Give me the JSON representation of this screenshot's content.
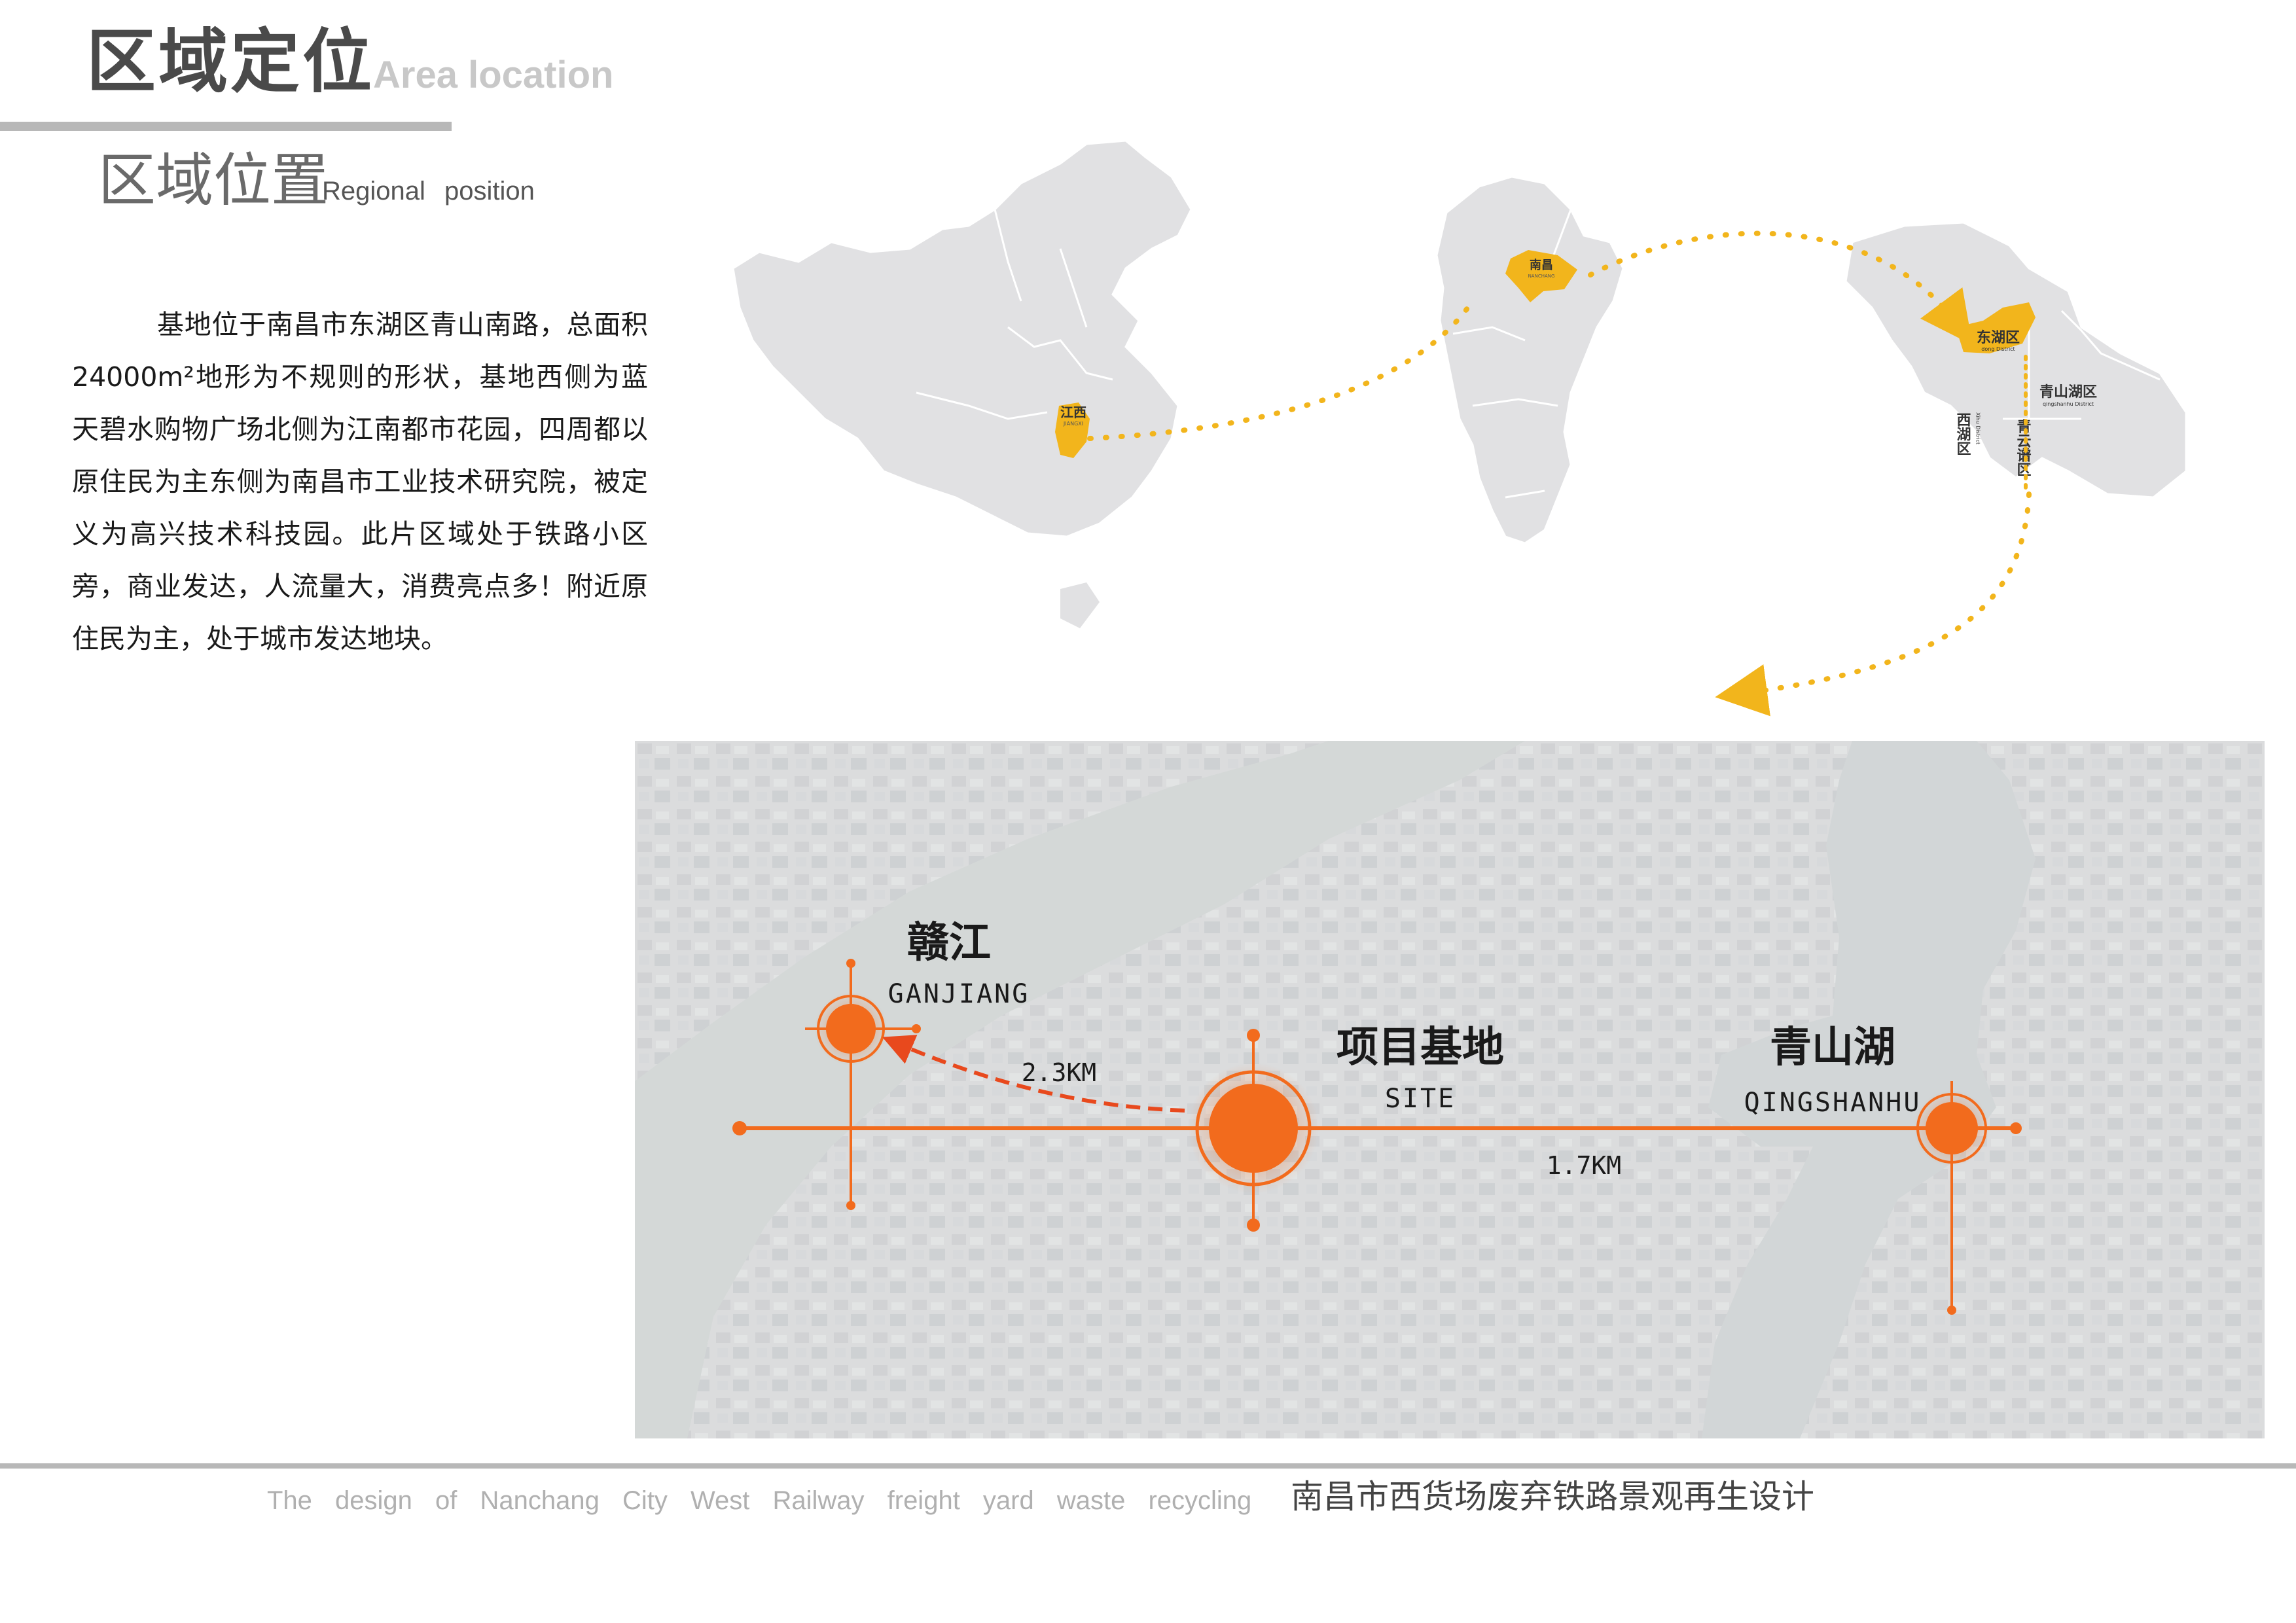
{
  "header": {
    "title_cn": "区域定位",
    "title_en": "Area location",
    "subtitle_cn": "区域位置",
    "subtitle_en": "Regional position"
  },
  "description": "基地位于南昌市东湖区青山南路，总面积24000m²地形为不规则的形状，基地西侧为蓝天碧水购物广场北侧为江南都市花园，四周都以原住民为主东侧为南昌市工业技术研究院，被定义为高兴技术科技园。此片区域处于铁路小区旁，商业发达，人流量大，消费亮点多！附近原住民为主，处于城市发达地块。",
  "top_maps": {
    "china_label": "江西",
    "china_label_small": "JIANGXI",
    "jiangxi_label": "南昌",
    "jiangxi_label_small": "NANCHANG",
    "city_labels": {
      "donghu": "东湖区",
      "donghu_small": "dong District",
      "qingshanhu": "青山湖区",
      "qingshanhu_small": "qingshanhu District",
      "xihu": "西湖区",
      "xihu_small": "Xihu District",
      "qingyunpu": "青云谱区"
    }
  },
  "aerial_map": {
    "ganjiang_cn": "赣江",
    "ganjiang_en": "GANJIANG",
    "site_cn": "项目基地",
    "site_en": "SITE",
    "qingshanhu_cn": "青山湖",
    "qingshanhu_en": "QINGSHANHU",
    "distance_west": "2.3KM",
    "distance_east": "1.7KM"
  },
  "colors": {
    "highlight_yellow": "#f2b51c",
    "route_orange": "#f26b1d",
    "map_gray": "#e1e1e3"
  },
  "footer": {
    "en": "The design of Nanchang City West Railway freight yard waste recycling",
    "cn": "南昌市西货场废弃铁路景观再生设计"
  }
}
